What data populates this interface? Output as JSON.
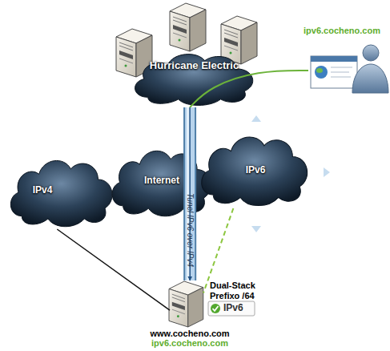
{
  "diagram": {
    "nodes": [
      {
        "text": [
          "Hurricane Electric"
        ]
      },
      {
        "text": [
          "ipv6.cocheno.com"
        ]
      },
      {
        "text": [
          "IPv4"
        ]
      },
      {
        "text": [
          "Internet"
        ]
      },
      {
        "text": [
          "IPv6"
        ]
      },
      {
        "text": [
          "Dual-Stack Prefixo /64",
          "IPv6",
          "www.cocheno.com",
          "ipv6.cocheno.com"
        ]
      }
    ],
    "edges": [
      {
        "from": 0,
        "to": 1,
        "arrow": "none"
      },
      {
        "from": 0,
        "to": 5,
        "label": "Tunel IPv6 over IPv4",
        "arrow": "to"
      },
      {
        "from": 2,
        "to": 5,
        "arrow": "none"
      },
      {
        "from": 4,
        "to": 5,
        "arrow": "none"
      }
    ]
  }
}
